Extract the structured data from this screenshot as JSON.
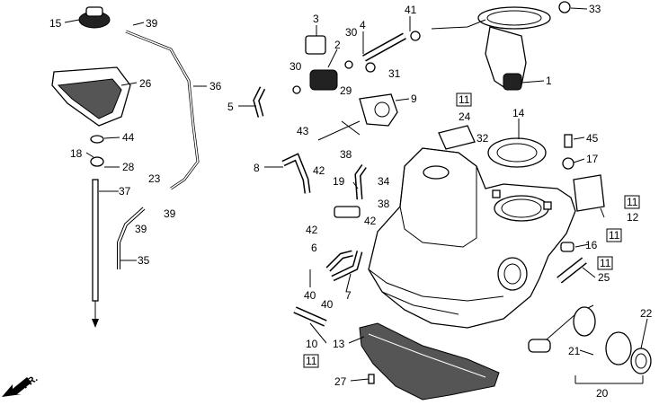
{
  "callouts": [
    {
      "id": "c15",
      "text": "15"
    },
    {
      "id": "c39a",
      "text": "39"
    },
    {
      "id": "c3",
      "text": "3"
    },
    {
      "id": "c4",
      "text": "4"
    },
    {
      "id": "c41",
      "text": "41"
    },
    {
      "id": "c33",
      "text": "33"
    },
    {
      "id": "c2",
      "text": "2"
    },
    {
      "id": "c30a",
      "text": "30"
    },
    {
      "id": "c30b",
      "text": "30"
    },
    {
      "id": "c31",
      "text": "31"
    },
    {
      "id": "c1",
      "text": "1"
    },
    {
      "id": "c26",
      "text": "26"
    },
    {
      "id": "c36",
      "text": "36"
    },
    {
      "id": "c29",
      "text": "29"
    },
    {
      "id": "c9",
      "text": "9"
    },
    {
      "id": "c5",
      "text": "5"
    },
    {
      "id": "c24",
      "text": "24"
    },
    {
      "id": "c14",
      "text": "14"
    },
    {
      "id": "c43",
      "text": "43"
    },
    {
      "id": "c44",
      "text": "44"
    },
    {
      "id": "c32",
      "text": "32"
    },
    {
      "id": "c45",
      "text": "45"
    },
    {
      "id": "c18",
      "text": "18"
    },
    {
      "id": "c28",
      "text": "28"
    },
    {
      "id": "c38a",
      "text": "38"
    },
    {
      "id": "c17",
      "text": "17"
    },
    {
      "id": "c8",
      "text": "8"
    },
    {
      "id": "c42a",
      "text": "42"
    },
    {
      "id": "c34",
      "text": "34"
    },
    {
      "id": "c23",
      "text": "23"
    },
    {
      "id": "c37",
      "text": "37"
    },
    {
      "id": "c19",
      "text": "19"
    },
    {
      "id": "c38b",
      "text": "38"
    },
    {
      "id": "c12",
      "text": "12"
    },
    {
      "id": "c39b",
      "text": "39"
    },
    {
      "id": "c39c",
      "text": "39"
    },
    {
      "id": "c42b",
      "text": "42"
    },
    {
      "id": "c42c",
      "text": "42"
    },
    {
      "id": "c16",
      "text": "16"
    },
    {
      "id": "c6",
      "text": "6"
    },
    {
      "id": "c35",
      "text": "35"
    },
    {
      "id": "c25",
      "text": "25"
    },
    {
      "id": "c40a",
      "text": "40"
    },
    {
      "id": "c7",
      "text": "7"
    },
    {
      "id": "c40b",
      "text": "40"
    },
    {
      "id": "c22",
      "text": "22"
    },
    {
      "id": "c10",
      "text": "10"
    },
    {
      "id": "c13",
      "text": "13"
    },
    {
      "id": "c21",
      "text": "21"
    },
    {
      "id": "c27",
      "text": "27"
    },
    {
      "id": "c20",
      "text": "20"
    }
  ],
  "boxed_callouts": [
    {
      "id": "b11a",
      "text": "11"
    },
    {
      "id": "b11b",
      "text": "11"
    },
    {
      "id": "b11c",
      "text": "11"
    },
    {
      "id": "b11d",
      "text": "11"
    },
    {
      "id": "b11e",
      "text": "11"
    }
  ],
  "direction_label": "FR."
}
